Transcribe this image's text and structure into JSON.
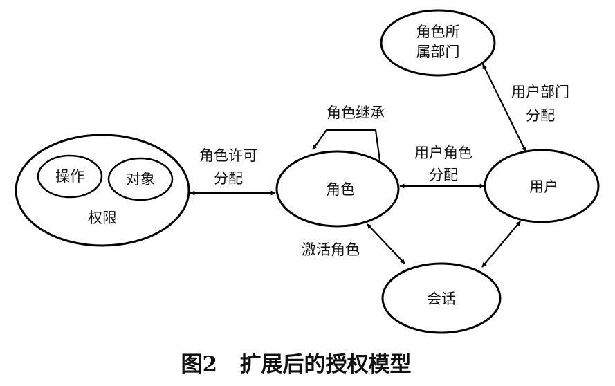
{
  "nodes": {
    "permission": "权限",
    "operation": "操作",
    "object": "对象",
    "role": "角色",
    "user": "用户",
    "dept_line1": "角色所",
    "dept_line2": "属部门",
    "session": "会话"
  },
  "edges": {
    "role_inherit": "角色继承",
    "perm_assign_line1": "角色许可",
    "perm_assign_line2": "分配",
    "user_role_line1": "用户角色",
    "user_role_line2": "分配",
    "user_dept_line1": "用户部门",
    "user_dept_line2": "分配",
    "activate_role": "激活角色"
  },
  "caption": "图2   扩展后的授权模型"
}
